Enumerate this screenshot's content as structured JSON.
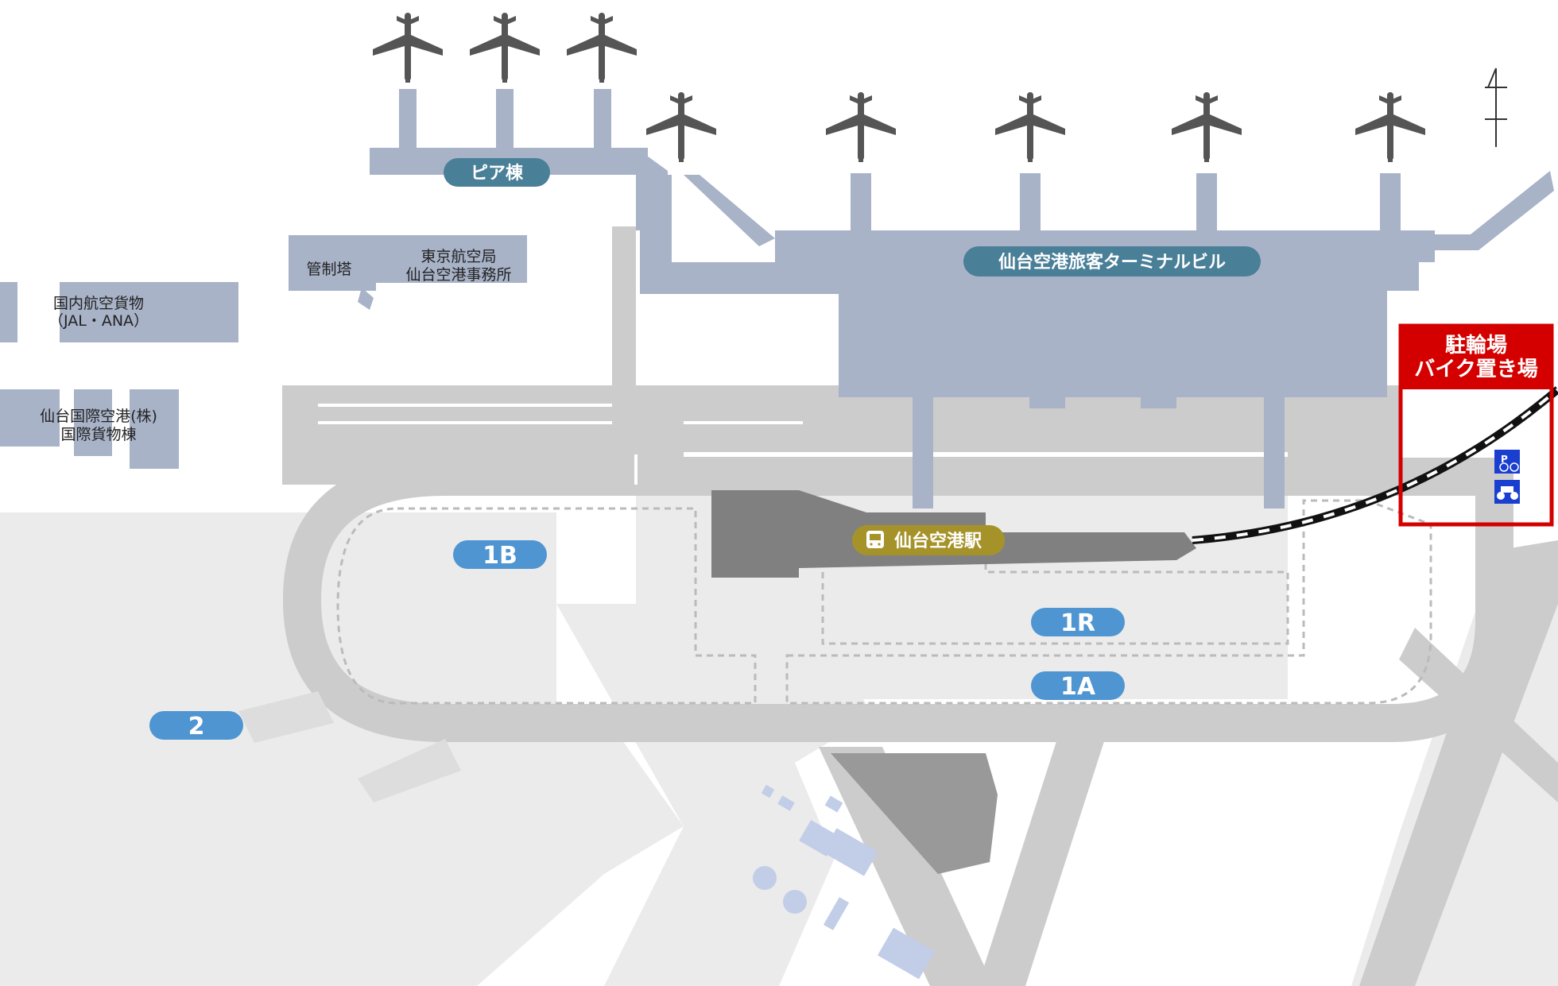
{
  "map": {
    "terminal_label": "仙台空港旅客ターミナルビル",
    "pier_label": "ピア棟",
    "control_tower_label": "管制塔",
    "tokyo_office_label_1": "東京航空局",
    "tokyo_office_label_2": "仙台空港事務所",
    "domestic_cargo_label_1": "国内航空貨物",
    "domestic_cargo_label_2": "（JAL・ANA）",
    "intl_cargo_label_1": "仙台国際空港(株)",
    "intl_cargo_label_2": "国際貨物棟",
    "station_label": "仙台空港駅",
    "parking_zones": [
      "1B",
      "1R",
      "1A",
      "2"
    ],
    "highlight_label_1": "駐輪場",
    "highlight_label_2": "バイク置き場",
    "highlight_icons": [
      "bicycle-parking-icon",
      "motorcycle-parking-icon"
    ],
    "north_arrow_icon": "north-arrow-icon",
    "colors": {
      "building": "#a8b3c8",
      "road": "#cccccc",
      "ground": "#ebebeb",
      "terminal_pill": "#4a7f98",
      "parking_pill": "#4e95d1",
      "station_pill": "#a5932a",
      "highlight_border": "#d40000",
      "highlight_header": "#d40000",
      "plane": "#555555",
      "parking_icon": "#1a3fd0"
    }
  }
}
